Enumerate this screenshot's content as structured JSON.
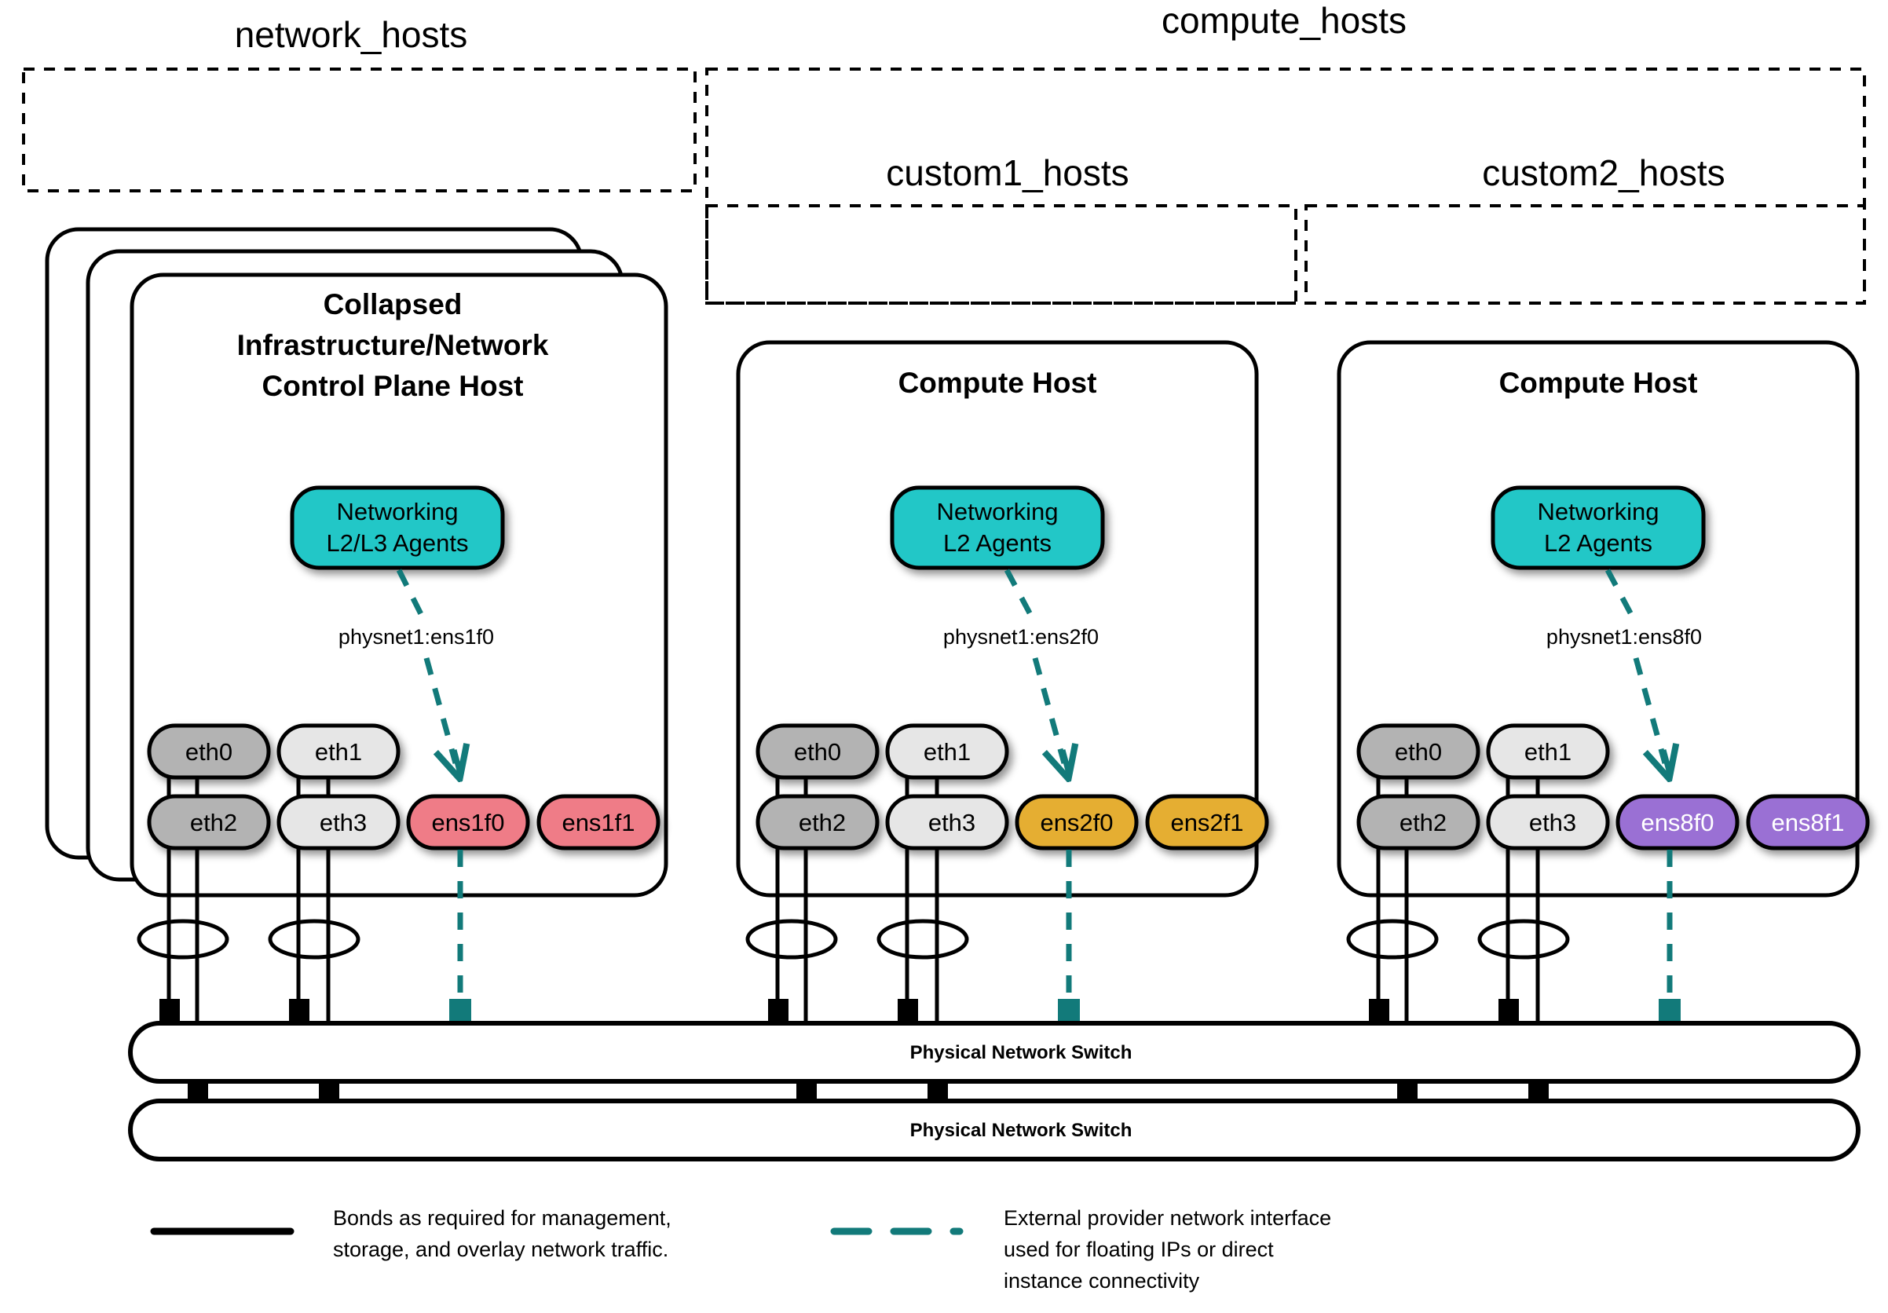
{
  "groups": [
    {
      "id": "network_hosts",
      "label": "network_hosts"
    },
    {
      "id": "compute_hosts",
      "label": "compute_hosts"
    },
    {
      "id": "custom1_hosts",
      "label": "custom1_hosts"
    },
    {
      "id": "custom2_hosts",
      "label": "custom2_hosts"
    }
  ],
  "hosts": [
    {
      "id": "control-plane-host",
      "title_lines": [
        "Collapsed",
        "Infrastructure/Network",
        "Control Plane Host"
      ],
      "stacked": true,
      "agent": {
        "lines": [
          "Networking",
          "L2/L3 Agents"
        ],
        "color": "#20c7c7"
      },
      "physnet_label": "physnet1:ens1f0",
      "nics": [
        {
          "name": "eth0",
          "color": "#b3b3b3",
          "text": "dark"
        },
        {
          "name": "eth1",
          "color": "#e6e6e6",
          "text": "dark"
        },
        {
          "name": "eth2",
          "color": "#b3b3b3",
          "text": "dark"
        },
        {
          "name": "eth3",
          "color": "#e6e6e6",
          "text": "dark"
        },
        {
          "name": "ens1f0",
          "color": "#ef7b87",
          "text": "dark"
        },
        {
          "name": "ens1f1",
          "color": "#ef7b87",
          "text": "dark"
        }
      ]
    },
    {
      "id": "compute-host-1",
      "title_lines": [
        "Compute Host"
      ],
      "stacked": false,
      "agent": {
        "lines": [
          "Networking",
          "L2 Agents"
        ],
        "color": "#20c7c7"
      },
      "physnet_label": "physnet1:ens2f0",
      "nics": [
        {
          "name": "eth0",
          "color": "#b3b3b3",
          "text": "dark"
        },
        {
          "name": "eth1",
          "color": "#e6e6e6",
          "text": "dark"
        },
        {
          "name": "eth2",
          "color": "#b3b3b3",
          "text": "dark"
        },
        {
          "name": "eth3",
          "color": "#e6e6e6",
          "text": "dark"
        },
        {
          "name": "ens2f0",
          "color": "#e5ae33",
          "text": "dark"
        },
        {
          "name": "ens2f1",
          "color": "#e5ae33",
          "text": "dark"
        }
      ]
    },
    {
      "id": "compute-host-2",
      "title_lines": [
        "Compute Host"
      ],
      "stacked": false,
      "agent": {
        "lines": [
          "Networking",
          "L2 Agents"
        ],
        "color": "#20c7c7"
      },
      "physnet_label": "physnet1:ens8f0",
      "nics": [
        {
          "name": "eth0",
          "color": "#b3b3b3",
          "text": "dark"
        },
        {
          "name": "eth1",
          "color": "#e6e6e6",
          "text": "dark"
        },
        {
          "name": "eth2",
          "color": "#b3b3b3",
          "text": "dark"
        },
        {
          "name": "eth3",
          "color": "#e6e6e6",
          "text": "dark"
        },
        {
          "name": "ens8f0",
          "color": "#9a6fd4",
          "text": "light"
        },
        {
          "name": "ens8f1",
          "color": "#9a6fd4",
          "text": "light"
        }
      ]
    }
  ],
  "switches": [
    {
      "id": "switch-top",
      "label": "Physical Network Switch"
    },
    {
      "id": "switch-bottom",
      "label": "Physical Network Switch"
    }
  ],
  "legend": [
    {
      "id": "legend-bond",
      "style": "solid",
      "color": "#000000",
      "lines": [
        "Bonds as required for management,",
        "storage, and overlay network traffic."
      ]
    },
    {
      "id": "legend-provider",
      "style": "dashed",
      "color": "#127a7a",
      "lines": [
        "External provider network interface",
        "used for floating IPs or direct",
        "instance connectivity"
      ]
    }
  ],
  "colors": {
    "teal": "#20c7c7",
    "teal_line": "#127a7a",
    "pink": "#ef7b87",
    "orange": "#e5ae33",
    "purple": "#9a6fd4",
    "gray_dark": "#b3b3b3",
    "gray_light": "#e6e6e6"
  }
}
